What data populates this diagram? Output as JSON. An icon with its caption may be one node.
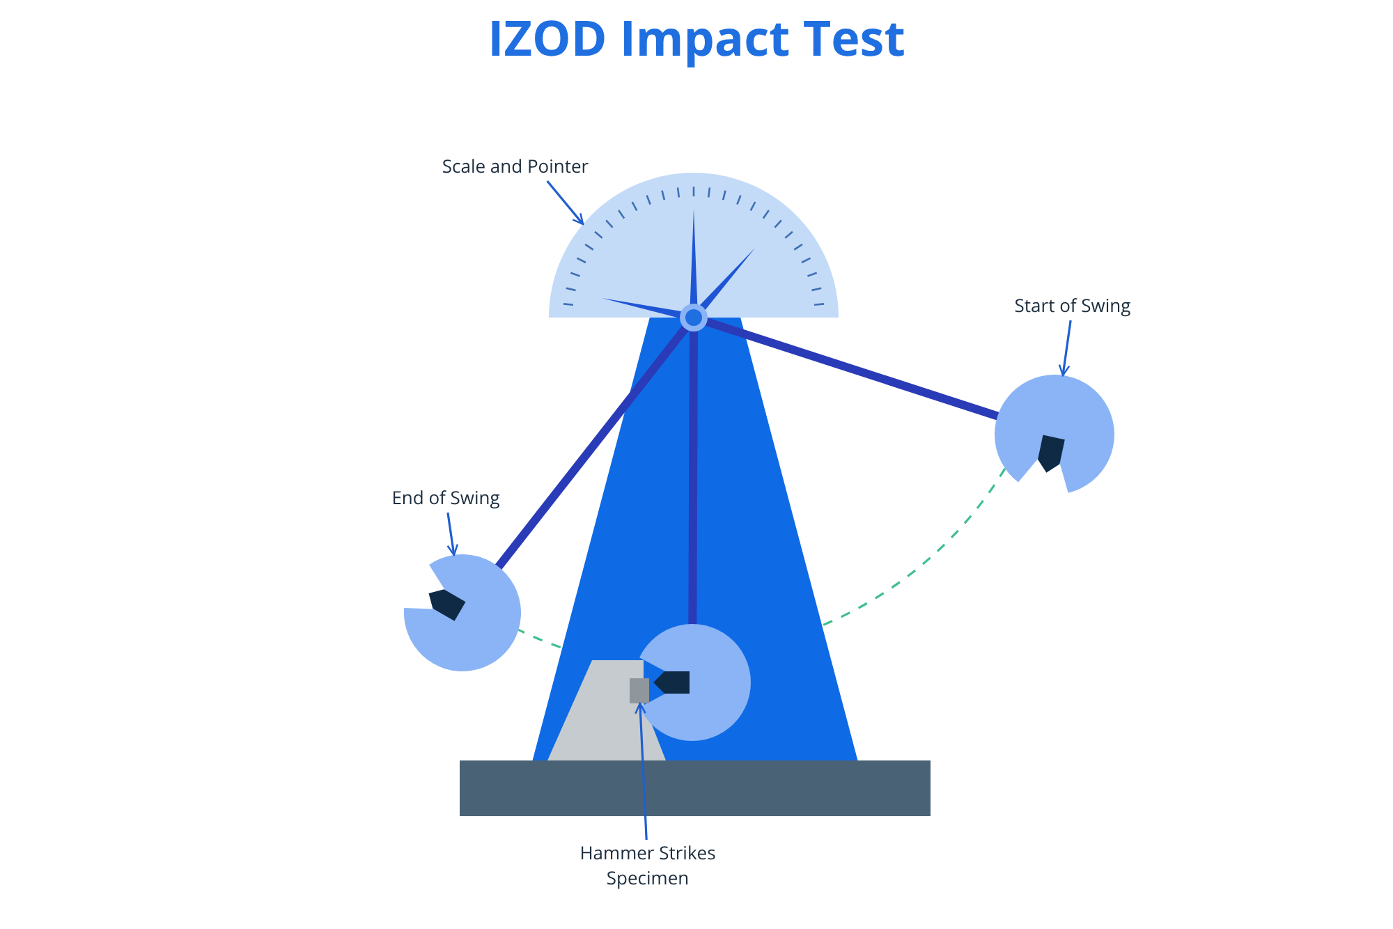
{
  "diagram": {
    "title": "IZOD Impact Test",
    "nodes": [
      {
        "text": [
          "Scale and Pointer"
        ]
      },
      {
        "text": [],
        "shape": "semicircle"
      },
      {
        "text": [
          "End of Swing"
        ]
      },
      {
        "text": [],
        "shape": "circle"
      },
      {
        "text": [
          "Start of Swing"
        ]
      },
      {
        "text": [],
        "shape": "circle"
      },
      {
        "text": [],
        "shape": "circle"
      },
      {
        "text": [
          "Hammer Strikes Specimen"
        ]
      },
      {
        "text": [],
        "shape": "box"
      }
    ],
    "edges": [
      {
        "from": 0,
        "to": 1,
        "arrow": "to"
      },
      {
        "from": 2,
        "to": 3,
        "arrow": "to"
      },
      {
        "from": 4,
        "to": 5,
        "arrow": "to"
      },
      {
        "from": 7,
        "to": 8,
        "arrow": "to"
      },
      {
        "from": 5,
        "to": 6,
        "arrow": "none",
        "style": "dashed",
        "color": "#3fbf8f"
      },
      {
        "from": 6,
        "to": 3,
        "arrow": "none",
        "style": "dashed",
        "color": "#3fbf8f"
      }
    ]
  }
}
